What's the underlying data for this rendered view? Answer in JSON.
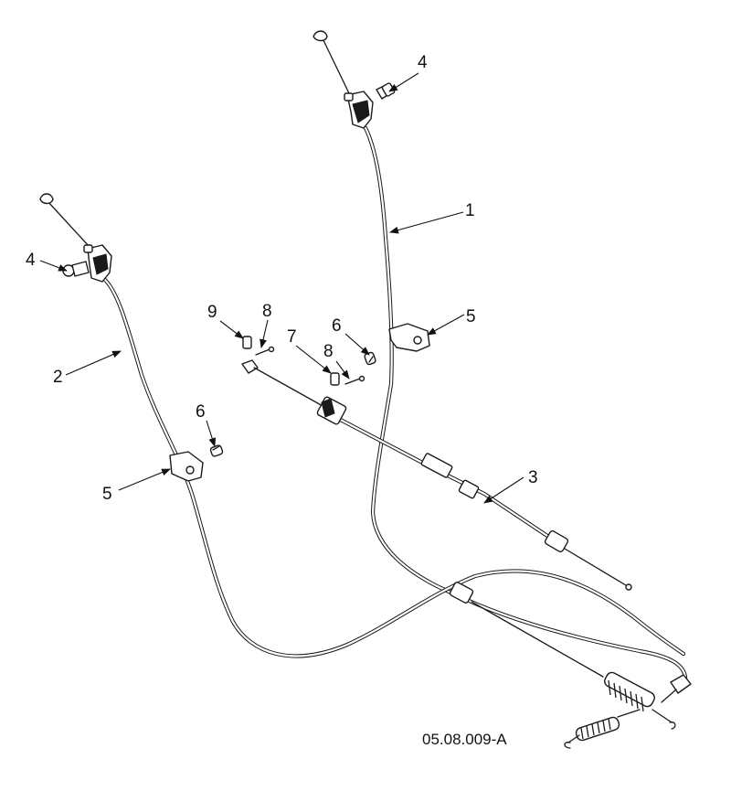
{
  "diagram": {
    "callouts": {
      "c1": "1",
      "c2": "2",
      "c3": "3",
      "c4a": "4",
      "c4b": "4",
      "c5a": "5",
      "c5b": "5",
      "c6a": "6",
      "c6b": "6",
      "c7": "7",
      "c8a": "8",
      "c8b": "8",
      "c9": "9"
    },
    "figure_id": "05.08.009-A",
    "colors": {
      "ink": "#1a1a1a",
      "background": "#ffffff"
    }
  }
}
